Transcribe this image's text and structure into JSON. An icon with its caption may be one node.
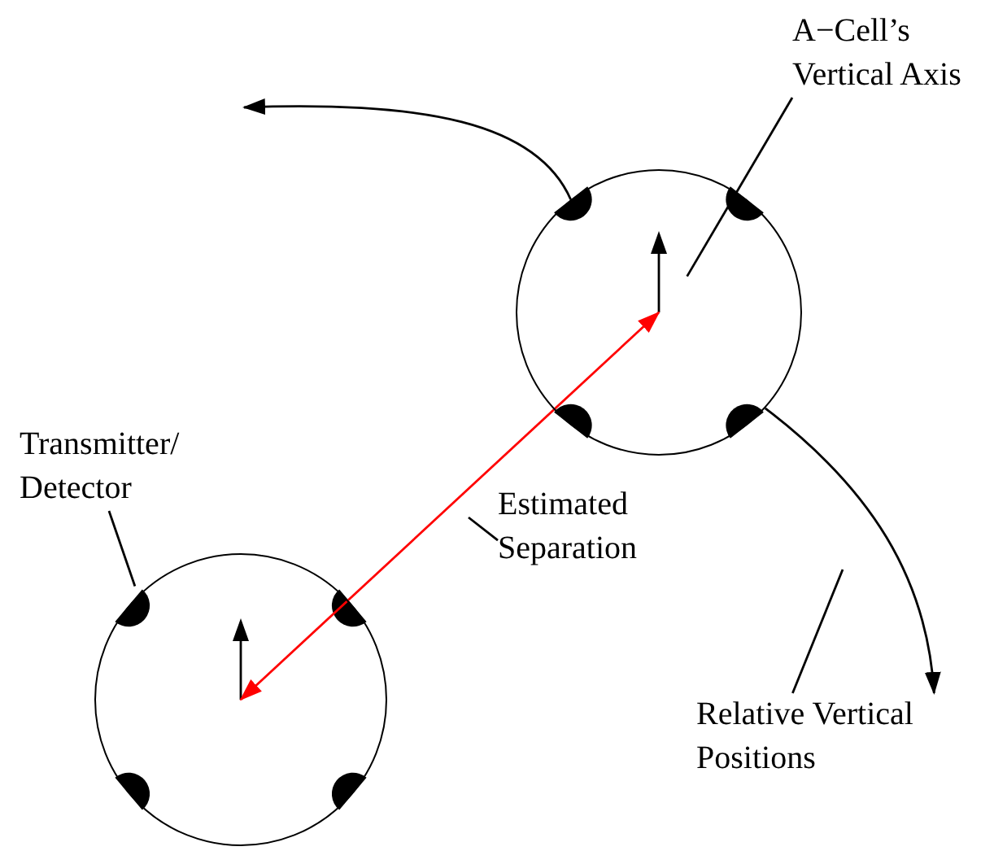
{
  "diagram": {
    "nodes": [
      {
        "text": [
          "A−Cell’s Vertical Axis"
        ]
      },
      {
        "text": [],
        "shape": "circle"
      },
      {
        "text": [
          "Transmitter/ Detector"
        ]
      },
      {
        "text": [
          "Estimated Separation"
        ]
      },
      {
        "text": [],
        "shape": "circle"
      },
      {
        "text": [
          "Relative Vertical Positions"
        ]
      }
    ],
    "edges": [
      {
        "from": 4,
        "to": 1,
        "arrow": "both",
        "color": "#ff0000"
      },
      {
        "from": 1,
        "to": null,
        "arrow": "to"
      },
      {
        "from": 1,
        "to": 5,
        "arrow": "to"
      },
      {
        "from": 0,
        "to": 1,
        "arrow": "none"
      },
      {
        "from": 2,
        "to": 4,
        "arrow": "none"
      },
      {
        "from": 3,
        "to": null,
        "arrow": "none"
      },
      {
        "from": 5,
        "to": null,
        "arrow": "none"
      }
    ]
  }
}
